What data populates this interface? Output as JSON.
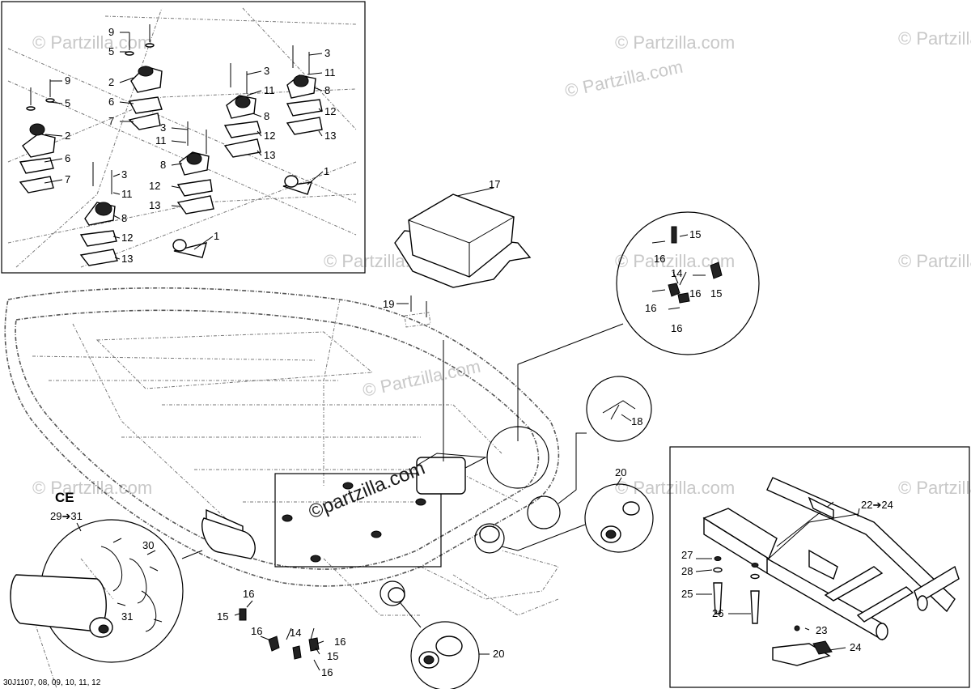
{
  "diagram": {
    "ce_label": "CE",
    "footer_code": "30J1107, 08, 09, 10, 11, 12",
    "watermark": "© Partzilla.com",
    "watermark_center": "©partzilla.com",
    "callouts": {
      "inset_top": [
        "9",
        "5",
        "2",
        "6",
        "7",
        "9",
        "5",
        "2",
        "6",
        "7",
        "3",
        "11",
        "8",
        "12",
        "13",
        "3",
        "11",
        "8",
        "12",
        "13",
        "3",
        "11",
        "8",
        "12",
        "13",
        "3",
        "11",
        "8",
        "12",
        "13",
        "1",
        "1"
      ],
      "main": [
        "17",
        "19",
        "15",
        "16",
        "14",
        "16",
        "15",
        "16",
        "16",
        "18",
        "20",
        "20",
        "22➔24",
        "27",
        "28",
        "25",
        "26",
        "23",
        "24",
        "29➔31",
        "30",
        "31",
        "16",
        "15",
        "16",
        "14",
        "16",
        "15",
        "16"
      ]
    }
  }
}
